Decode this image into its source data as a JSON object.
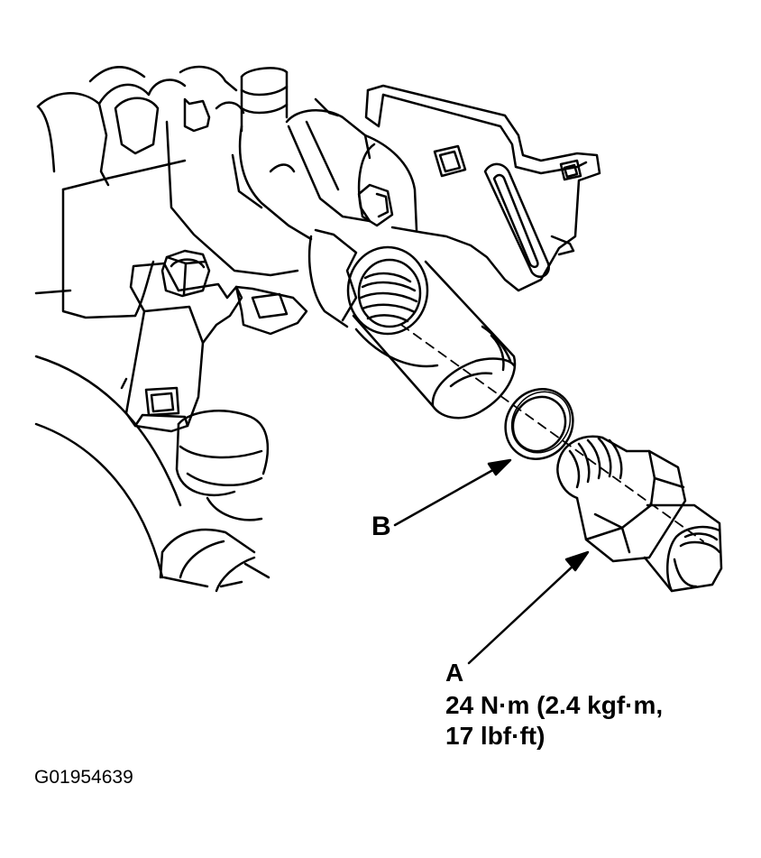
{
  "callouts": {
    "a": {
      "letter": "A",
      "torque_line1": "24 N·m (2.4 kgf·m,",
      "torque_line2": "17 lbf·ft)"
    },
    "b": {
      "letter": "B"
    }
  },
  "figure_id": "G01954639",
  "colors": {
    "ink": "#000000",
    "paper": "#ffffff"
  }
}
